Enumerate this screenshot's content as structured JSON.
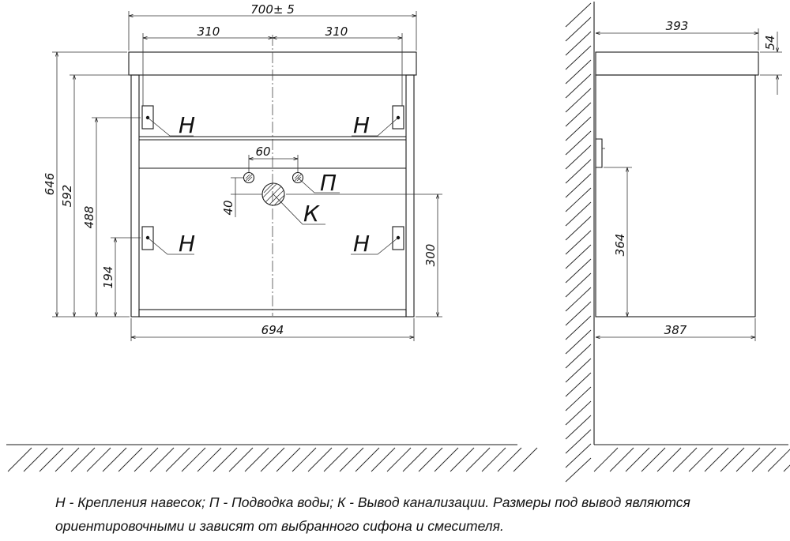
{
  "front_view": {
    "dims": {
      "overall_width": "700± 5",
      "left_offset": "310",
      "right_offset": "310",
      "inlet_spacing": "60",
      "inlet_drop": "40",
      "body_width": "694",
      "height_total": "646",
      "height_body": "592",
      "height_upper_bracket": "488",
      "height_lower_bracket": "194",
      "drain_height": "300"
    },
    "labels": {
      "bracket_top_left": "Н",
      "bracket_top_right": "Н",
      "bracket_bottom_left": "Н",
      "bracket_bottom_right": "Н",
      "water_inlet": "П",
      "drain": "К"
    }
  },
  "side_view": {
    "dims": {
      "top_depth": "393",
      "top_thickness": "54",
      "body_height": "364",
      "bottom_depth": "387"
    }
  },
  "notes": {
    "line1": "Н - Крепления навесок; П - Подводка воды; К - Вывод канализации. Размеры под вывод являются",
    "line2": "ориентировочными и зависят от выбранного сифона и смесителя."
  }
}
